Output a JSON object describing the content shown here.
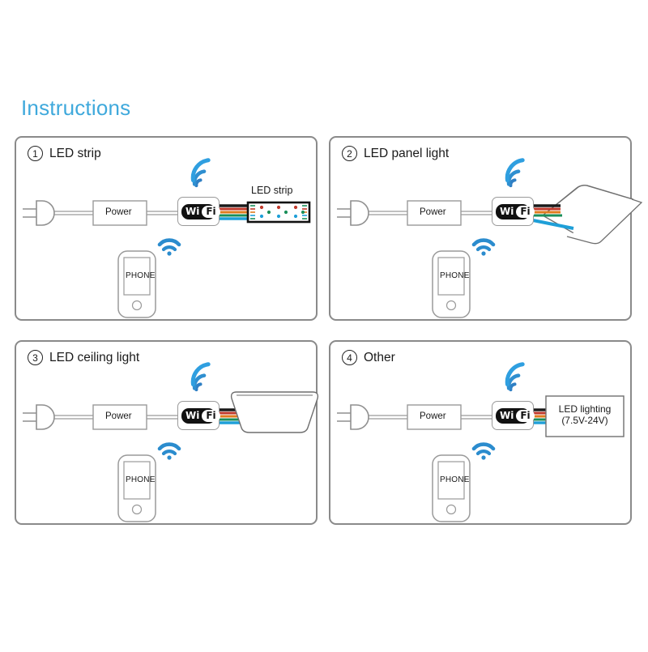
{
  "page": {
    "title": "Instructions",
    "title_color": "#3FA9DC",
    "background": "#ffffff"
  },
  "common": {
    "power_label": "Power",
    "phone_label": "PHONE",
    "wifi_brand_left": "Wi",
    "wifi_brand_right": "Fi",
    "plug_icon": "power-plug-icon",
    "wifi_signal_icon": "wifi-signal-icon",
    "wire_colors": [
      "#1a1a1a",
      "#c0392b",
      "#e07b1e",
      "#1a8f5a",
      "#1e9fd8"
    ],
    "border_color": "#8a8a8a",
    "line_color": "#9a9a9a"
  },
  "panels": [
    {
      "number": "1",
      "title": "LED strip",
      "device_label": "LED strip",
      "device_type": "led-strip",
      "has_phone": true,
      "led_dots": [
        {
          "color": "#c0392b"
        },
        {
          "color": "#1a8f5a"
        },
        {
          "color": "#1e9fd8"
        }
      ]
    },
    {
      "number": "2",
      "title": "LED panel light",
      "device_label": "",
      "device_type": "led-panel-light",
      "has_phone": true
    },
    {
      "number": "3",
      "title": "LED ceiling light",
      "device_label": "",
      "device_type": "led-ceiling-light",
      "has_phone": true
    },
    {
      "number": "4",
      "title": "Other",
      "device_label": "LED lighting",
      "device_label_2": "(7.5V-24V)",
      "device_type": "generic-led-lighting",
      "has_phone": true
    }
  ]
}
